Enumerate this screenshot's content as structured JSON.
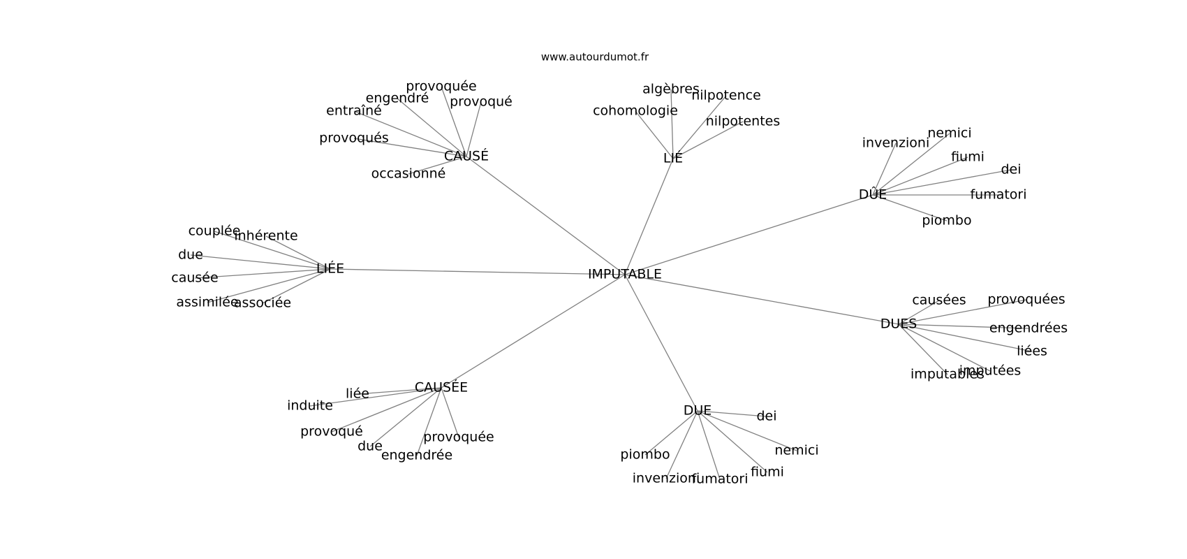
{
  "site": "www.autourdumot.fr",
  "center": "IMPUTABLE",
  "hubs": [
    {
      "id": "cause",
      "label": "CAUSÉ",
      "children": [
        "provoquée",
        "engendré",
        "provoqué",
        "entraîné",
        "provoqués",
        "occasionné"
      ]
    },
    {
      "id": "lie",
      "label": "LIÉ",
      "children": [
        "algèbres",
        "nilpotence",
        "cohomologie",
        "nilpotentes"
      ]
    },
    {
      "id": "due-circ",
      "label": "DÛE",
      "children": [
        "invenzioni",
        "nemici",
        "fiumi",
        "dei",
        "fumatori",
        "piombo"
      ]
    },
    {
      "id": "liee",
      "label": "LIÉE",
      "children": [
        "couplée",
        "inhérente",
        "due",
        "causée",
        "assimilée",
        "associée"
      ]
    },
    {
      "id": "dues",
      "label": "DUES",
      "children": [
        "causées",
        "provoquées",
        "engendrées",
        "liées",
        "imputées",
        "imputables"
      ]
    },
    {
      "id": "causee",
      "label": "CAUSÉE",
      "children": [
        "liée",
        "induite",
        "provoqué",
        "due",
        "engendrée",
        "provoquée"
      ]
    },
    {
      "id": "due",
      "label": "DUE",
      "children": [
        "dei",
        "nemici",
        "piombo",
        "fiumi",
        "invenzioni",
        "fumatori"
      ]
    }
  ]
}
